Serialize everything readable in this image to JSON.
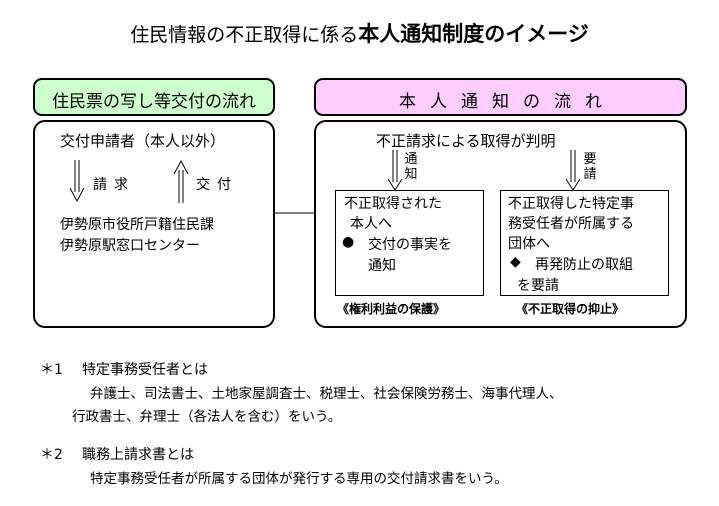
{
  "title": {
    "prefix": "住民情報の不正取得に係る",
    "emphasis": "本人通知制度のイメージ"
  },
  "left": {
    "header": "住民票の写し等交付の流れ",
    "requester": "交付申請者（本人以外）",
    "request_label": "請求",
    "issue_label": "交付",
    "office_line1": "伊勢原市役所戸籍住民課",
    "office_line2": "伊勢原駅窓口センター"
  },
  "right": {
    "header": "本人通知の流れ",
    "discovery": "不正請求による取得が判明",
    "notify_label": "通知",
    "require_label": "要請",
    "box1": {
      "line1": "不正取得された",
      "line2": "本人へ",
      "bullet": "●",
      "line3": "交付の事実を",
      "line4": "通知"
    },
    "box1_caption": "《権利利益の保護》",
    "box2": {
      "line1": "不正取得した特定事",
      "line2": "務受任者が所属する",
      "line3": "団体へ",
      "bullet": "◆",
      "line4": "再発防止の取組",
      "line5": "を要請"
    },
    "box2_caption": "《不正取得の抑止》"
  },
  "notes": {
    "n1_mark": "＊1",
    "n1_title": "特定事務受任者とは",
    "n1_line1": "弁護士、司法書士、土地家屋調査士、税理士、社会保険労務士、海事代理人、",
    "n1_line2": "行政書士、弁理士（各法人を含む）をいう。",
    "n2_mark": "＊2",
    "n2_title": "職務上請求書とは",
    "n2_line1": "特定事務受任者が所属する団体が発行する専用の交付請求書をいう。"
  }
}
